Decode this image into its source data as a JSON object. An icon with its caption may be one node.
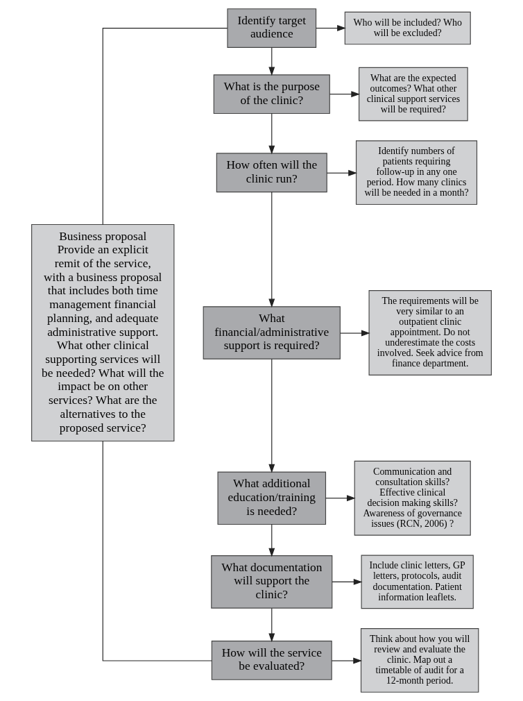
{
  "diagram": {
    "nodes": [
      {
        "text": [
          "Identify target audience"
        ]
      },
      {
        "text": [
          "Who will be included? Who will be excluded?"
        ]
      },
      {
        "text": [
          "What is the purpose of the clinic?"
        ]
      },
      {
        "text": [
          "What are the expected outcomes? What other clinical support services will be required?"
        ]
      },
      {
        "text": [
          "How often will the clinic run?"
        ]
      },
      {
        "text": [
          "Identify numbers of patients requiring follow-up in any one period. How many clinics will be needed in a month?"
        ]
      },
      {
        "text": [
          "What financial/administrative support is required?"
        ]
      },
      {
        "text": [
          "The requirements will be very similar to an outpatient clinic appointment. Do not underestimate the costs involved. Seek advice from finance department."
        ]
      },
      {
        "text": [
          "What additional education/training is needed?"
        ]
      },
      {
        "text": [
          "Communication and consultation skills? Effective clinical decision making skills? Awareness of governance issues (RCN, 2006) ?"
        ]
      },
      {
        "text": [
          "What documentation will support the clinic?"
        ]
      },
      {
        "text": [
          "Include clinic letters, GP letters, protocols, audit documentation. Patient information leaflets."
        ]
      },
      {
        "text": [
          "How will the service be evaluated?"
        ]
      },
      {
        "text": [
          "Think about how you will review and evaluate the clinic. Map out a timetable of audit for a 12-month period."
        ]
      },
      {
        "text": [
          "Business proposal",
          "Provide an explicit remit of the service, with a business proposal that includes both time management financial planning, and adequate administrative support. What other clinical supporting services will be needed? What will the impact be on other services? What are the alternatives to the proposed service?"
        ]
      }
    ],
    "edges": [
      {
        "from": 0,
        "to": 1,
        "arrow": "to"
      },
      {
        "from": 0,
        "to": 2,
        "arrow": "to"
      },
      {
        "from": 2,
        "to": 3,
        "arrow": "to"
      },
      {
        "from": 2,
        "to": 4,
        "arrow": "to"
      },
      {
        "from": 4,
        "to": 5,
        "arrow": "to"
      },
      {
        "from": 4,
        "to": 6,
        "arrow": "to"
      },
      {
        "from": 6,
        "to": 7,
        "arrow": "to"
      },
      {
        "from": 6,
        "to": 8,
        "arrow": "to"
      },
      {
        "from": 8,
        "to": 9,
        "arrow": "to"
      },
      {
        "from": 8,
        "to": 10,
        "arrow": "to"
      },
      {
        "from": 10,
        "to": 11,
        "arrow": "to"
      },
      {
        "from": 10,
        "to": 12,
        "arrow": "to"
      },
      {
        "from": 12,
        "to": 13,
        "arrow": "to"
      },
      {
        "from": 14,
        "to": 0,
        "arrow": "none"
      },
      {
        "from": 14,
        "to": 12,
        "arrow": "none"
      }
    ]
  }
}
